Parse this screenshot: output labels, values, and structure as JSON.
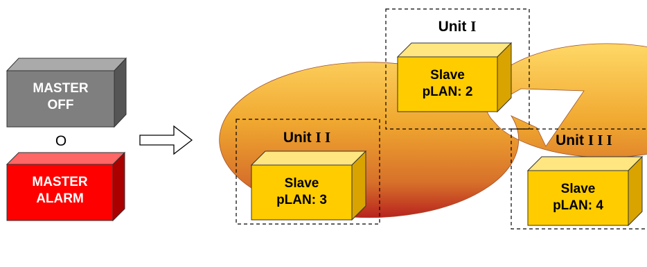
{
  "master_off": {
    "line1": "MASTER",
    "line2": "OFF",
    "color": "#7f7f7f"
  },
  "separator": "O",
  "master_alarm": {
    "line1": "MASTER",
    "line2": "ALARM",
    "color": "#ff0000"
  },
  "units": [
    {
      "title": "Unit",
      "numeral": "I",
      "box_line1": "Slave",
      "box_line2": "pLAN: 2"
    },
    {
      "title": "Unit",
      "numeral": "I I",
      "box_line1": "Slave",
      "box_line2": "pLAN: 3"
    },
    {
      "title": "Unit",
      "numeral": "I I I",
      "box_line1": "Slave",
      "box_line2": "pLAN: 4"
    }
  ],
  "colors": {
    "slave_box": "#ffcc00",
    "ring_light": "#ffd24d",
    "ring_dark": "#c8381e"
  }
}
